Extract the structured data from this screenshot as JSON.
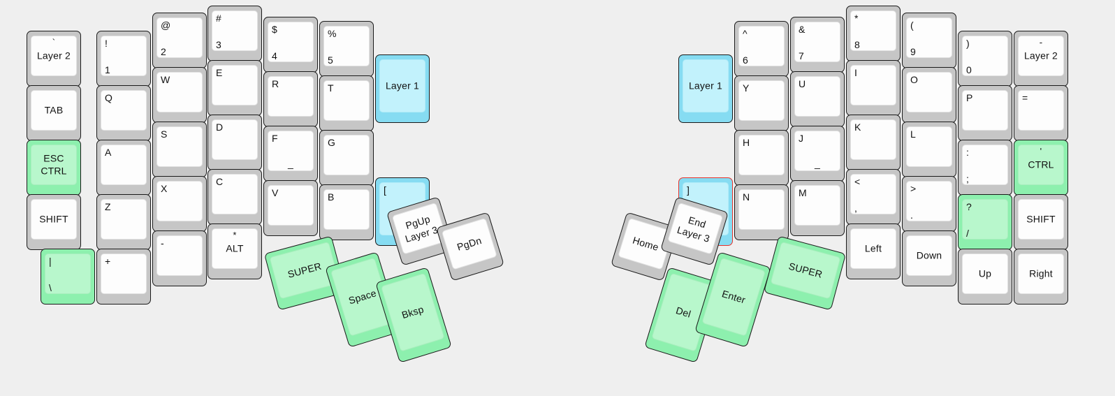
{
  "meta": {
    "title": "Split ergonomic keyboard layout",
    "background": "#efefef",
    "colors": {
      "key_body": "#c6c6c6",
      "key_cap": "#fdfdfd",
      "green_body": "#8df0ae",
      "green_cap": "#b8f7cc",
      "cyan_body": "#86dcf2",
      "cyan_cap": "#c2f2fc",
      "selection_outline": "#e8322b",
      "legend_text": "#111111"
    }
  },
  "left_half": {
    "columns": [
      {
        "name": "pinky-outer",
        "keys": [
          {
            "id": "l-c0-r0",
            "top": "`",
            "main": "Layer 2",
            "style": "normal"
          },
          {
            "id": "l-c0-r1",
            "top": "",
            "main": "TAB",
            "style": "normal"
          },
          {
            "id": "l-c0-r2",
            "top": "ESC",
            "main": "CTRL",
            "style": "green"
          },
          {
            "id": "l-c0-r3",
            "top": "",
            "main": "SHIFT",
            "style": "normal"
          },
          {
            "id": "l-c0-r4",
            "top": "|",
            "main": "\\",
            "style": "green"
          }
        ]
      },
      {
        "name": "pinky",
        "keys": [
          {
            "id": "l-c1-r0",
            "top": "!",
            "main": "1",
            "style": "normal"
          },
          {
            "id": "l-c1-r1",
            "top": "",
            "main": "Q",
            "style": "normal"
          },
          {
            "id": "l-c1-r2",
            "top": "",
            "main": "A",
            "style": "normal"
          },
          {
            "id": "l-c1-r3",
            "top": "",
            "main": "Z",
            "style": "normal"
          },
          {
            "id": "l-c1-r4",
            "top": "",
            "main": "+",
            "style": "normal"
          }
        ]
      },
      {
        "name": "ring",
        "keys": [
          {
            "id": "l-c2-r0",
            "top": "@",
            "main": "2",
            "style": "normal"
          },
          {
            "id": "l-c2-r1",
            "top": "",
            "main": "W",
            "style": "normal"
          },
          {
            "id": "l-c2-r2",
            "top": "",
            "main": "S",
            "style": "normal"
          },
          {
            "id": "l-c2-r3",
            "top": "",
            "main": "X",
            "style": "normal"
          },
          {
            "id": "l-c2-r4",
            "top": "",
            "main": "-",
            "style": "normal"
          }
        ]
      },
      {
        "name": "middle",
        "keys": [
          {
            "id": "l-c3-r0",
            "top": "#",
            "main": "3",
            "style": "normal"
          },
          {
            "id": "l-c3-r1",
            "top": "",
            "main": "E",
            "style": "normal"
          },
          {
            "id": "l-c3-r2",
            "top": "",
            "main": "D",
            "style": "normal"
          },
          {
            "id": "l-c3-r3",
            "top": "",
            "main": "C",
            "style": "normal"
          },
          {
            "id": "l-c3-r4",
            "top": "*",
            "main": "ALT",
            "style": "normal"
          }
        ]
      },
      {
        "name": "index",
        "keys": [
          {
            "id": "l-c4-r0",
            "top": "$",
            "main": "4",
            "style": "normal"
          },
          {
            "id": "l-c4-r1",
            "top": "",
            "main": "R",
            "style": "normal"
          },
          {
            "id": "l-c4-r2",
            "top": "",
            "main": "F",
            "style": "normal",
            "homing": true
          },
          {
            "id": "l-c4-r3",
            "top": "",
            "main": "V",
            "style": "normal"
          }
        ]
      },
      {
        "name": "index-inner",
        "keys": [
          {
            "id": "l-c5-r0",
            "top": "%",
            "main": "5",
            "style": "normal"
          },
          {
            "id": "l-c5-r1",
            "top": "",
            "main": "T",
            "style": "normal"
          },
          {
            "id": "l-c5-r2",
            "top": "",
            "main": "G",
            "style": "normal"
          },
          {
            "id": "l-c5-r3",
            "top": "",
            "main": "B",
            "style": "normal"
          }
        ]
      },
      {
        "name": "inner-column",
        "keys": [
          {
            "id": "l-c6-r0",
            "top": "",
            "main": "Layer 1",
            "style": "cyan"
          },
          {
            "id": "l-c6-r1",
            "top": "",
            "main": "[",
            "style": "cyan"
          }
        ]
      }
    ],
    "thumb_cluster": [
      {
        "id": "l-t0",
        "main": "SUPER",
        "style": "green",
        "rotation": -15
      },
      {
        "id": "l-t1",
        "top": "PgUp",
        "main": "Layer 3",
        "style": "normal",
        "rotation": -17
      },
      {
        "id": "l-t2",
        "main": "PgDn",
        "style": "normal",
        "rotation": -17
      },
      {
        "id": "l-t3",
        "main": "Space",
        "style": "green",
        "rotation": -17
      },
      {
        "id": "l-t4",
        "main": "Bksp",
        "style": "green",
        "rotation": -17
      }
    ]
  },
  "right_half": {
    "columns": [
      {
        "name": "inner-column",
        "keys": [
          {
            "id": "r-c0-r0",
            "top": "",
            "main": "Layer 1",
            "style": "cyan"
          },
          {
            "id": "r-c0-r1",
            "top": "",
            "main": "]",
            "style": "cyan",
            "selected": true
          }
        ]
      },
      {
        "name": "index-inner",
        "keys": [
          {
            "id": "r-c1-r0",
            "top": "^",
            "main": "6",
            "style": "normal"
          },
          {
            "id": "r-c1-r1",
            "top": "",
            "main": "Y",
            "style": "normal"
          },
          {
            "id": "r-c1-r2",
            "top": "",
            "main": "H",
            "style": "normal"
          },
          {
            "id": "r-c1-r3",
            "top": "",
            "main": "N",
            "style": "normal"
          }
        ]
      },
      {
        "name": "index",
        "keys": [
          {
            "id": "r-c2-r0",
            "top": "&",
            "main": "7",
            "style": "normal"
          },
          {
            "id": "r-c2-r1",
            "top": "",
            "main": "U",
            "style": "normal"
          },
          {
            "id": "r-c2-r2",
            "top": "",
            "main": "J",
            "style": "normal",
            "homing": true
          },
          {
            "id": "r-c2-r3",
            "top": "",
            "main": "M",
            "style": "normal"
          }
        ]
      },
      {
        "name": "middle",
        "keys": [
          {
            "id": "r-c3-r0",
            "top": "*",
            "main": "8",
            "style": "normal"
          },
          {
            "id": "r-c3-r1",
            "top": "",
            "main": "I",
            "style": "normal"
          },
          {
            "id": "r-c3-r2",
            "top": "",
            "main": "K",
            "style": "normal"
          },
          {
            "id": "r-c3-r3",
            "top": "<",
            "main": ",",
            "style": "normal"
          },
          {
            "id": "r-c3-r4",
            "top": "",
            "main": "Left",
            "style": "normal"
          }
        ]
      },
      {
        "name": "ring",
        "keys": [
          {
            "id": "r-c4-r0",
            "top": "(",
            "main": "9",
            "style": "normal"
          },
          {
            "id": "r-c4-r1",
            "top": "",
            "main": "O",
            "style": "normal"
          },
          {
            "id": "r-c4-r2",
            "top": "",
            "main": "L",
            "style": "normal"
          },
          {
            "id": "r-c4-r3",
            "top": ">",
            "main": ".",
            "style": "normal"
          },
          {
            "id": "r-c4-r4",
            "top": "",
            "main": "Down",
            "style": "normal"
          }
        ]
      },
      {
        "name": "pinky",
        "keys": [
          {
            "id": "r-c5-r0",
            "top": ")",
            "main": "0",
            "style": "normal"
          },
          {
            "id": "r-c5-r1",
            "top": "",
            "main": "P",
            "style": "normal"
          },
          {
            "id": "r-c5-r2",
            "top": ":",
            "main": ";",
            "style": "normal"
          },
          {
            "id": "r-c5-r3",
            "top": "?",
            "main": "/",
            "style": "green"
          },
          {
            "id": "r-c5-r4",
            "top": "",
            "main": "Up",
            "style": "normal"
          }
        ]
      },
      {
        "name": "pinky-outer",
        "keys": [
          {
            "id": "r-c6-r0",
            "top": "-",
            "main": "Layer 2",
            "style": "normal"
          },
          {
            "id": "r-c6-r1",
            "top": "",
            "main": "=",
            "style": "normal"
          },
          {
            "id": "r-c6-r2",
            "top": "'",
            "main": "CTRL",
            "style": "green"
          },
          {
            "id": "r-c6-r3",
            "top": "",
            "main": "SHIFT",
            "style": "normal"
          },
          {
            "id": "r-c6-r4",
            "top": "",
            "main": "Right",
            "style": "normal"
          }
        ]
      }
    ],
    "thumb_cluster": [
      {
        "id": "r-t0",
        "main": "Home",
        "style": "normal",
        "rotation": 17
      },
      {
        "id": "r-t1",
        "top": "End",
        "main": "Layer 3",
        "style": "normal",
        "rotation": 17
      },
      {
        "id": "r-t2",
        "main": "Del",
        "style": "green",
        "rotation": 17
      },
      {
        "id": "r-t3",
        "main": "Enter",
        "style": "green",
        "rotation": 17
      },
      {
        "id": "r-t4",
        "main": "SUPER",
        "style": "green",
        "rotation": 15
      }
    ]
  }
}
